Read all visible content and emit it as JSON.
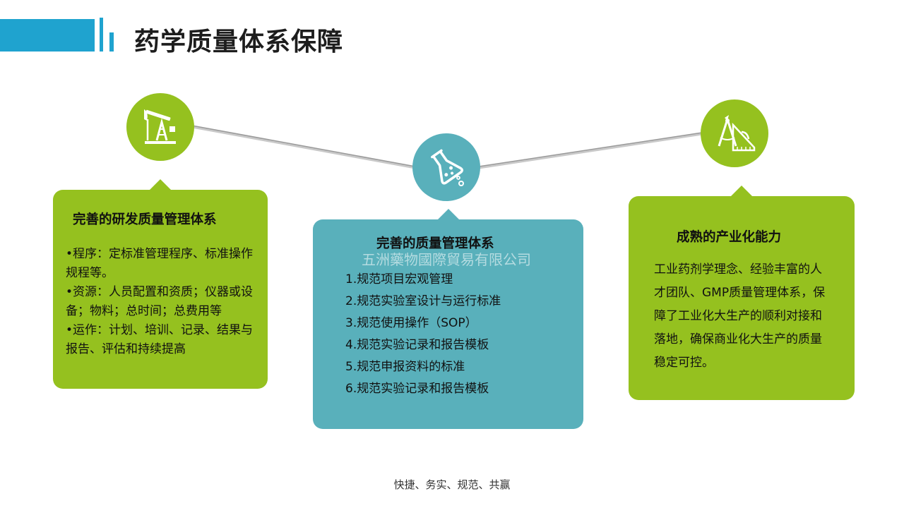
{
  "title": "药学质量体系保障",
  "watermark": "五洲藥物國際貿易有限公司",
  "footer": "快捷、务实、规范、共赢",
  "colors": {
    "accent_blue": "#1fa3cf",
    "green": "#95c11f",
    "teal": "#59b0bb"
  },
  "cards": [
    {
      "icon": "oil-pump-icon",
      "title": "完善的研发质量管理体系",
      "lines": [
        "•程序：定标准管理程序、标准操作规程等。",
        "•资源：人员配置和资质；仪器或设备；物料；总时间；总费用等",
        "•运作：计划、培训、记录、结果与报告、评估和持续提高"
      ]
    },
    {
      "icon": "flask-icon",
      "title": "完善的质量管理体系",
      "lines": [
        "1.规范项目宏观管理",
        "2.规范实验室设计与运行标准",
        "3.规范使用操作（SOP）",
        "4.规范实验记录和报告模板",
        "5.规范申报资料的标准",
        "6.规范实验记录和报告模板"
      ]
    },
    {
      "icon": "drafting-tools-icon",
      "title": "成熟的产业化能力",
      "lines": [
        "工业药剂学理念、经验丰富的人才团队、GMP质量管理体系，保障了工业化大生产的顺利对接和落地，确保商业化大生产的质量稳定可控。"
      ]
    }
  ]
}
